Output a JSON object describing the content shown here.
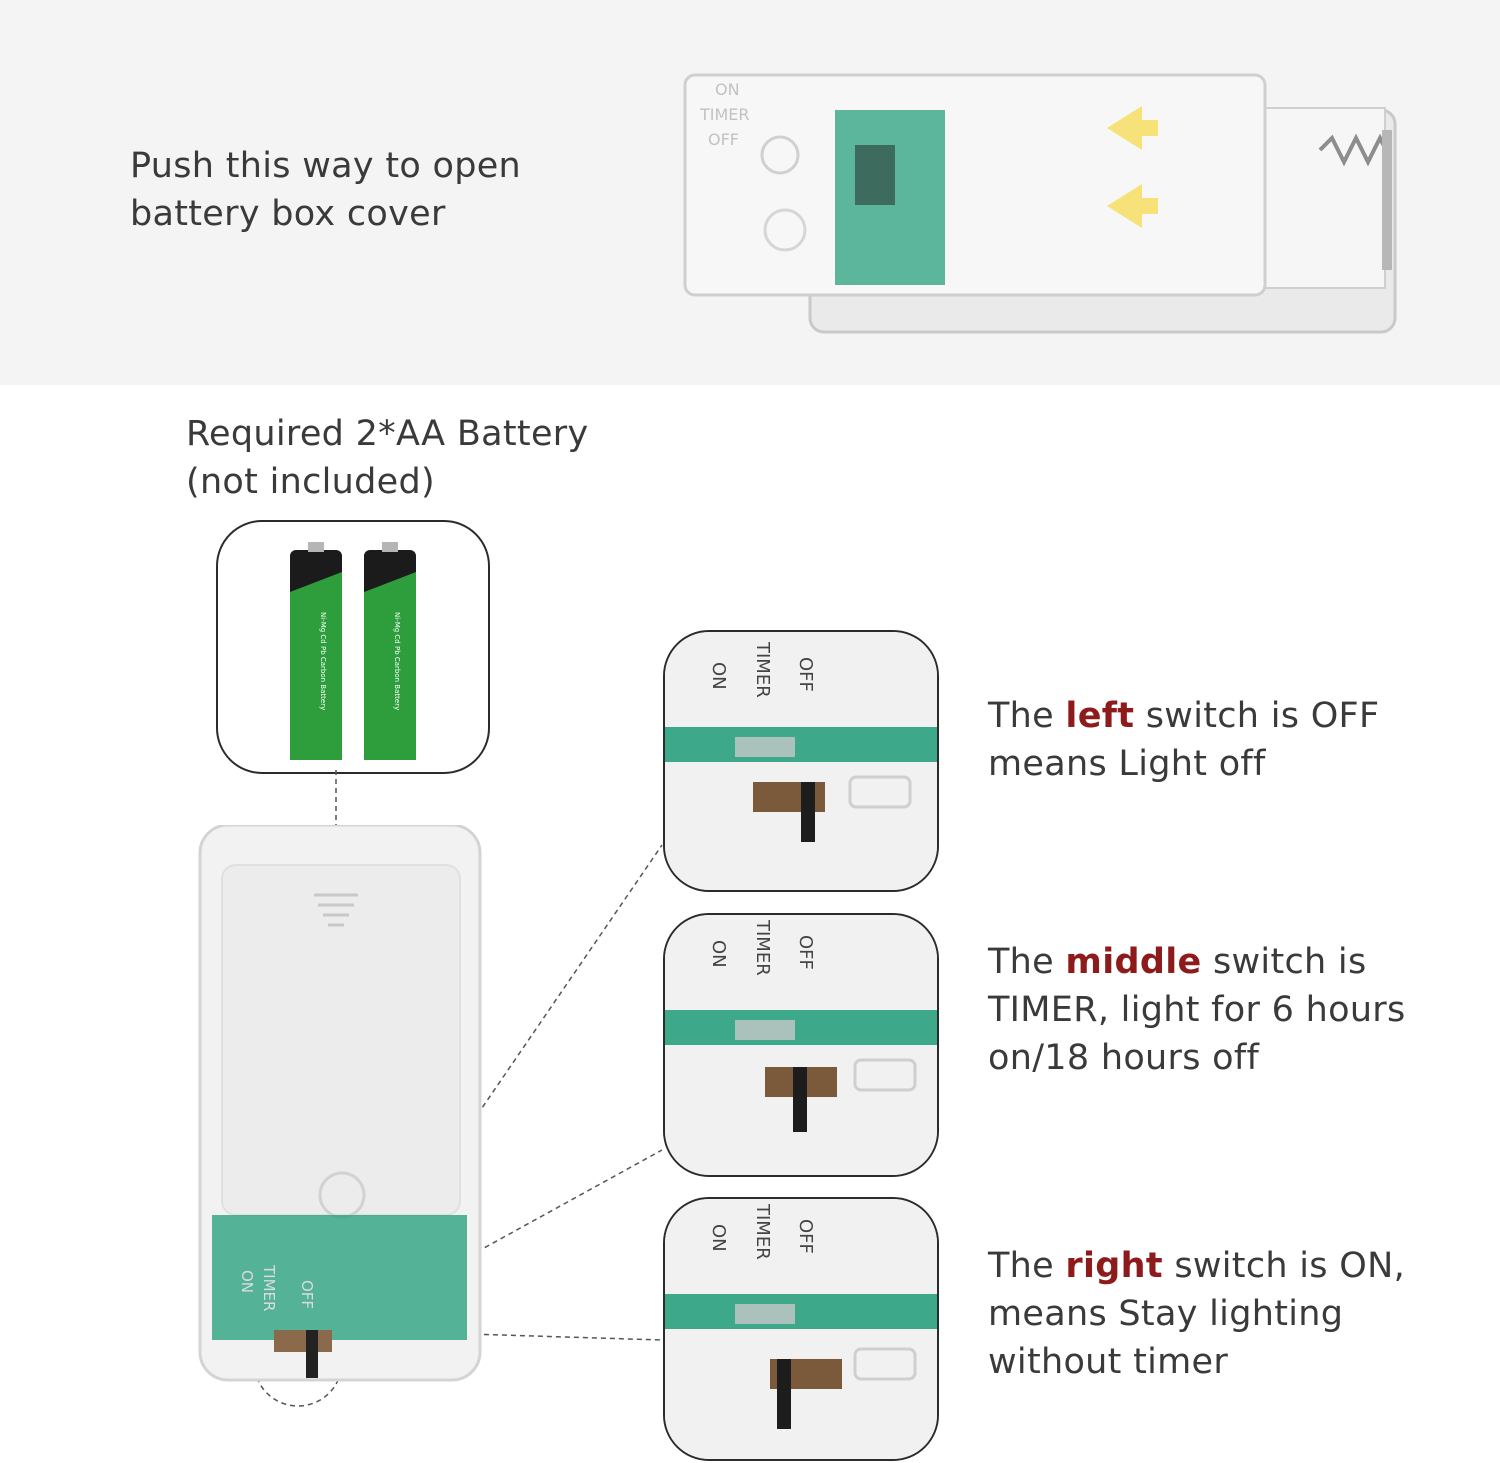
{
  "colors": {
    "accent": "#8e1b1b",
    "text": "#3a3a3a",
    "arrow": "#f7e27a",
    "pcb": "#17936f"
  },
  "top": {
    "line1": "Push this way to open",
    "line2": "battery box cover"
  },
  "battery_note": {
    "line1": "Required 2*AA Battery",
    "line2": "(not included)"
  },
  "switch_labels": {
    "on": "ON",
    "timer": "TIMER",
    "off": "OFF"
  },
  "battery_label": "Ni-Mg Cd Pb Carbon Battery",
  "states": [
    {
      "pre": "The ",
      "word": "left",
      "line1_rest": " switch is OFF",
      "line2": "means Light off",
      "line3": ""
    },
    {
      "pre": "The ",
      "word": "middle",
      "line1_rest": " switch is",
      "line2": "TIMER, light for 6 hours",
      "line3": "on/18 hours off"
    },
    {
      "pre": "The ",
      "word": "right",
      "line1_rest": " switch is ON,",
      "line2": "means Stay lighting",
      "line3": "without timer"
    }
  ]
}
